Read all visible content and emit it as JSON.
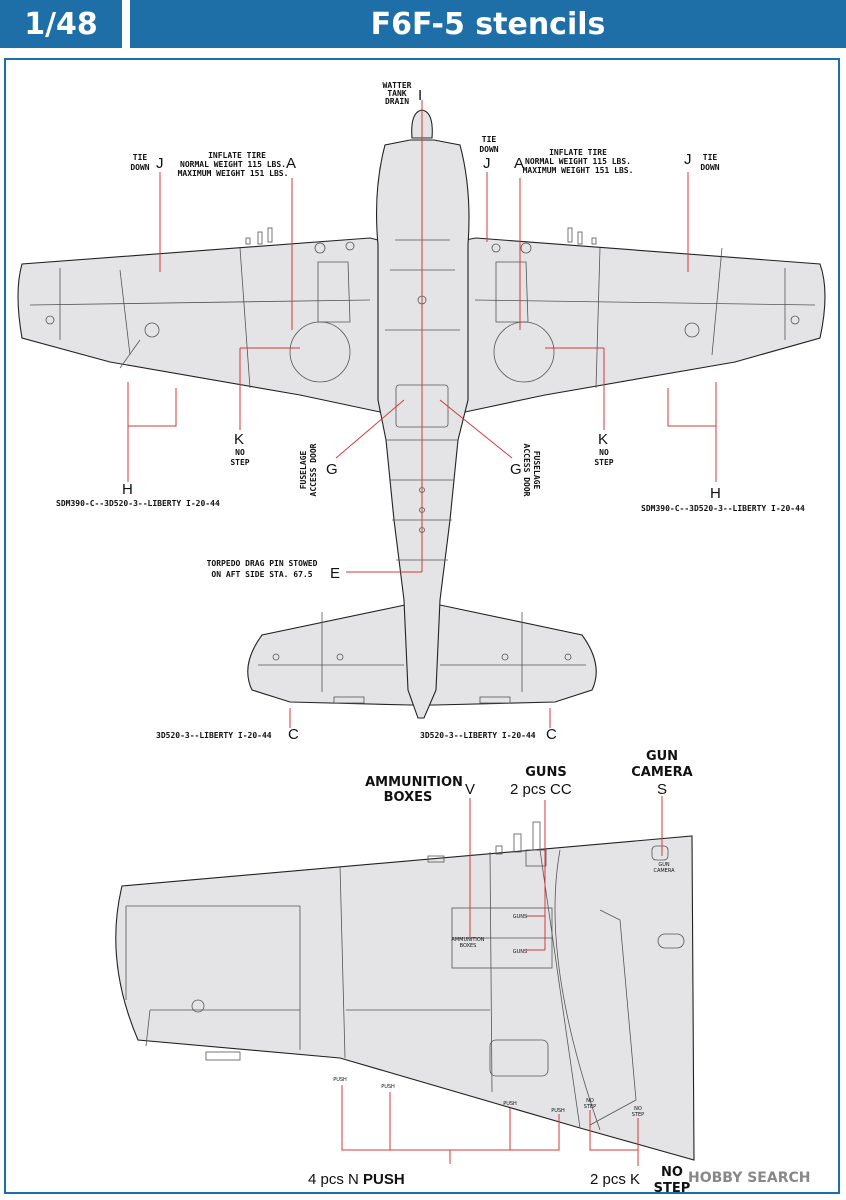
{
  "header": {
    "scale": "1/48",
    "title": "F6F-5 stencils"
  },
  "labels": {
    "water": [
      "WATTER",
      "TANK",
      "DRAIN"
    ],
    "tie_down": [
      "TIE",
      "DOWN"
    ],
    "inflate": [
      "INFLATE TIRE",
      "NORMAL WEIGHT 115 LBS.",
      "MAXIMUM WEIGHT 151 LBS."
    ],
    "no_step": [
      "NO",
      "STEP"
    ],
    "fuselage_access": [
      "FUSELAGE",
      "ACCESS DOOR"
    ],
    "sdm": "SDM390-C--3D520-3--LIBERTY I-20-44",
    "torpedo": [
      "TORPEDO DRAG PIN STOWED",
      "ON AFT SIDE STA. 67.5"
    ],
    "tail_stencil": "3D520-3--LIBERTY I-20-44",
    "ammo": [
      "AMMUNITION",
      "BOXES"
    ],
    "gun_camera": [
      "GUN",
      "CAMERA"
    ],
    "guns_title": "GUNS",
    "guns_count": "2 pcs CC",
    "push": "PUSH",
    "push_count_prefix": "4 pcs N",
    "nostep_count": "2 pcs K",
    "tiny_guns": "GUNS",
    "tiny_ammo": [
      "AMMUNITION",
      "BOXES"
    ],
    "tiny_camera": [
      "GUN",
      "CAMERA"
    ]
  },
  "letters": {
    "A": "A",
    "C": "C",
    "E": "E",
    "G": "G",
    "H": "H",
    "I": "I",
    "J": "J",
    "K": "K",
    "S": "S",
    "V": "V"
  },
  "watermark": "HOBBY SEARCH",
  "colors": {
    "header": "#1e6fa8",
    "leader": "#d23a3a",
    "aircraft": "#e4e4e6"
  }
}
